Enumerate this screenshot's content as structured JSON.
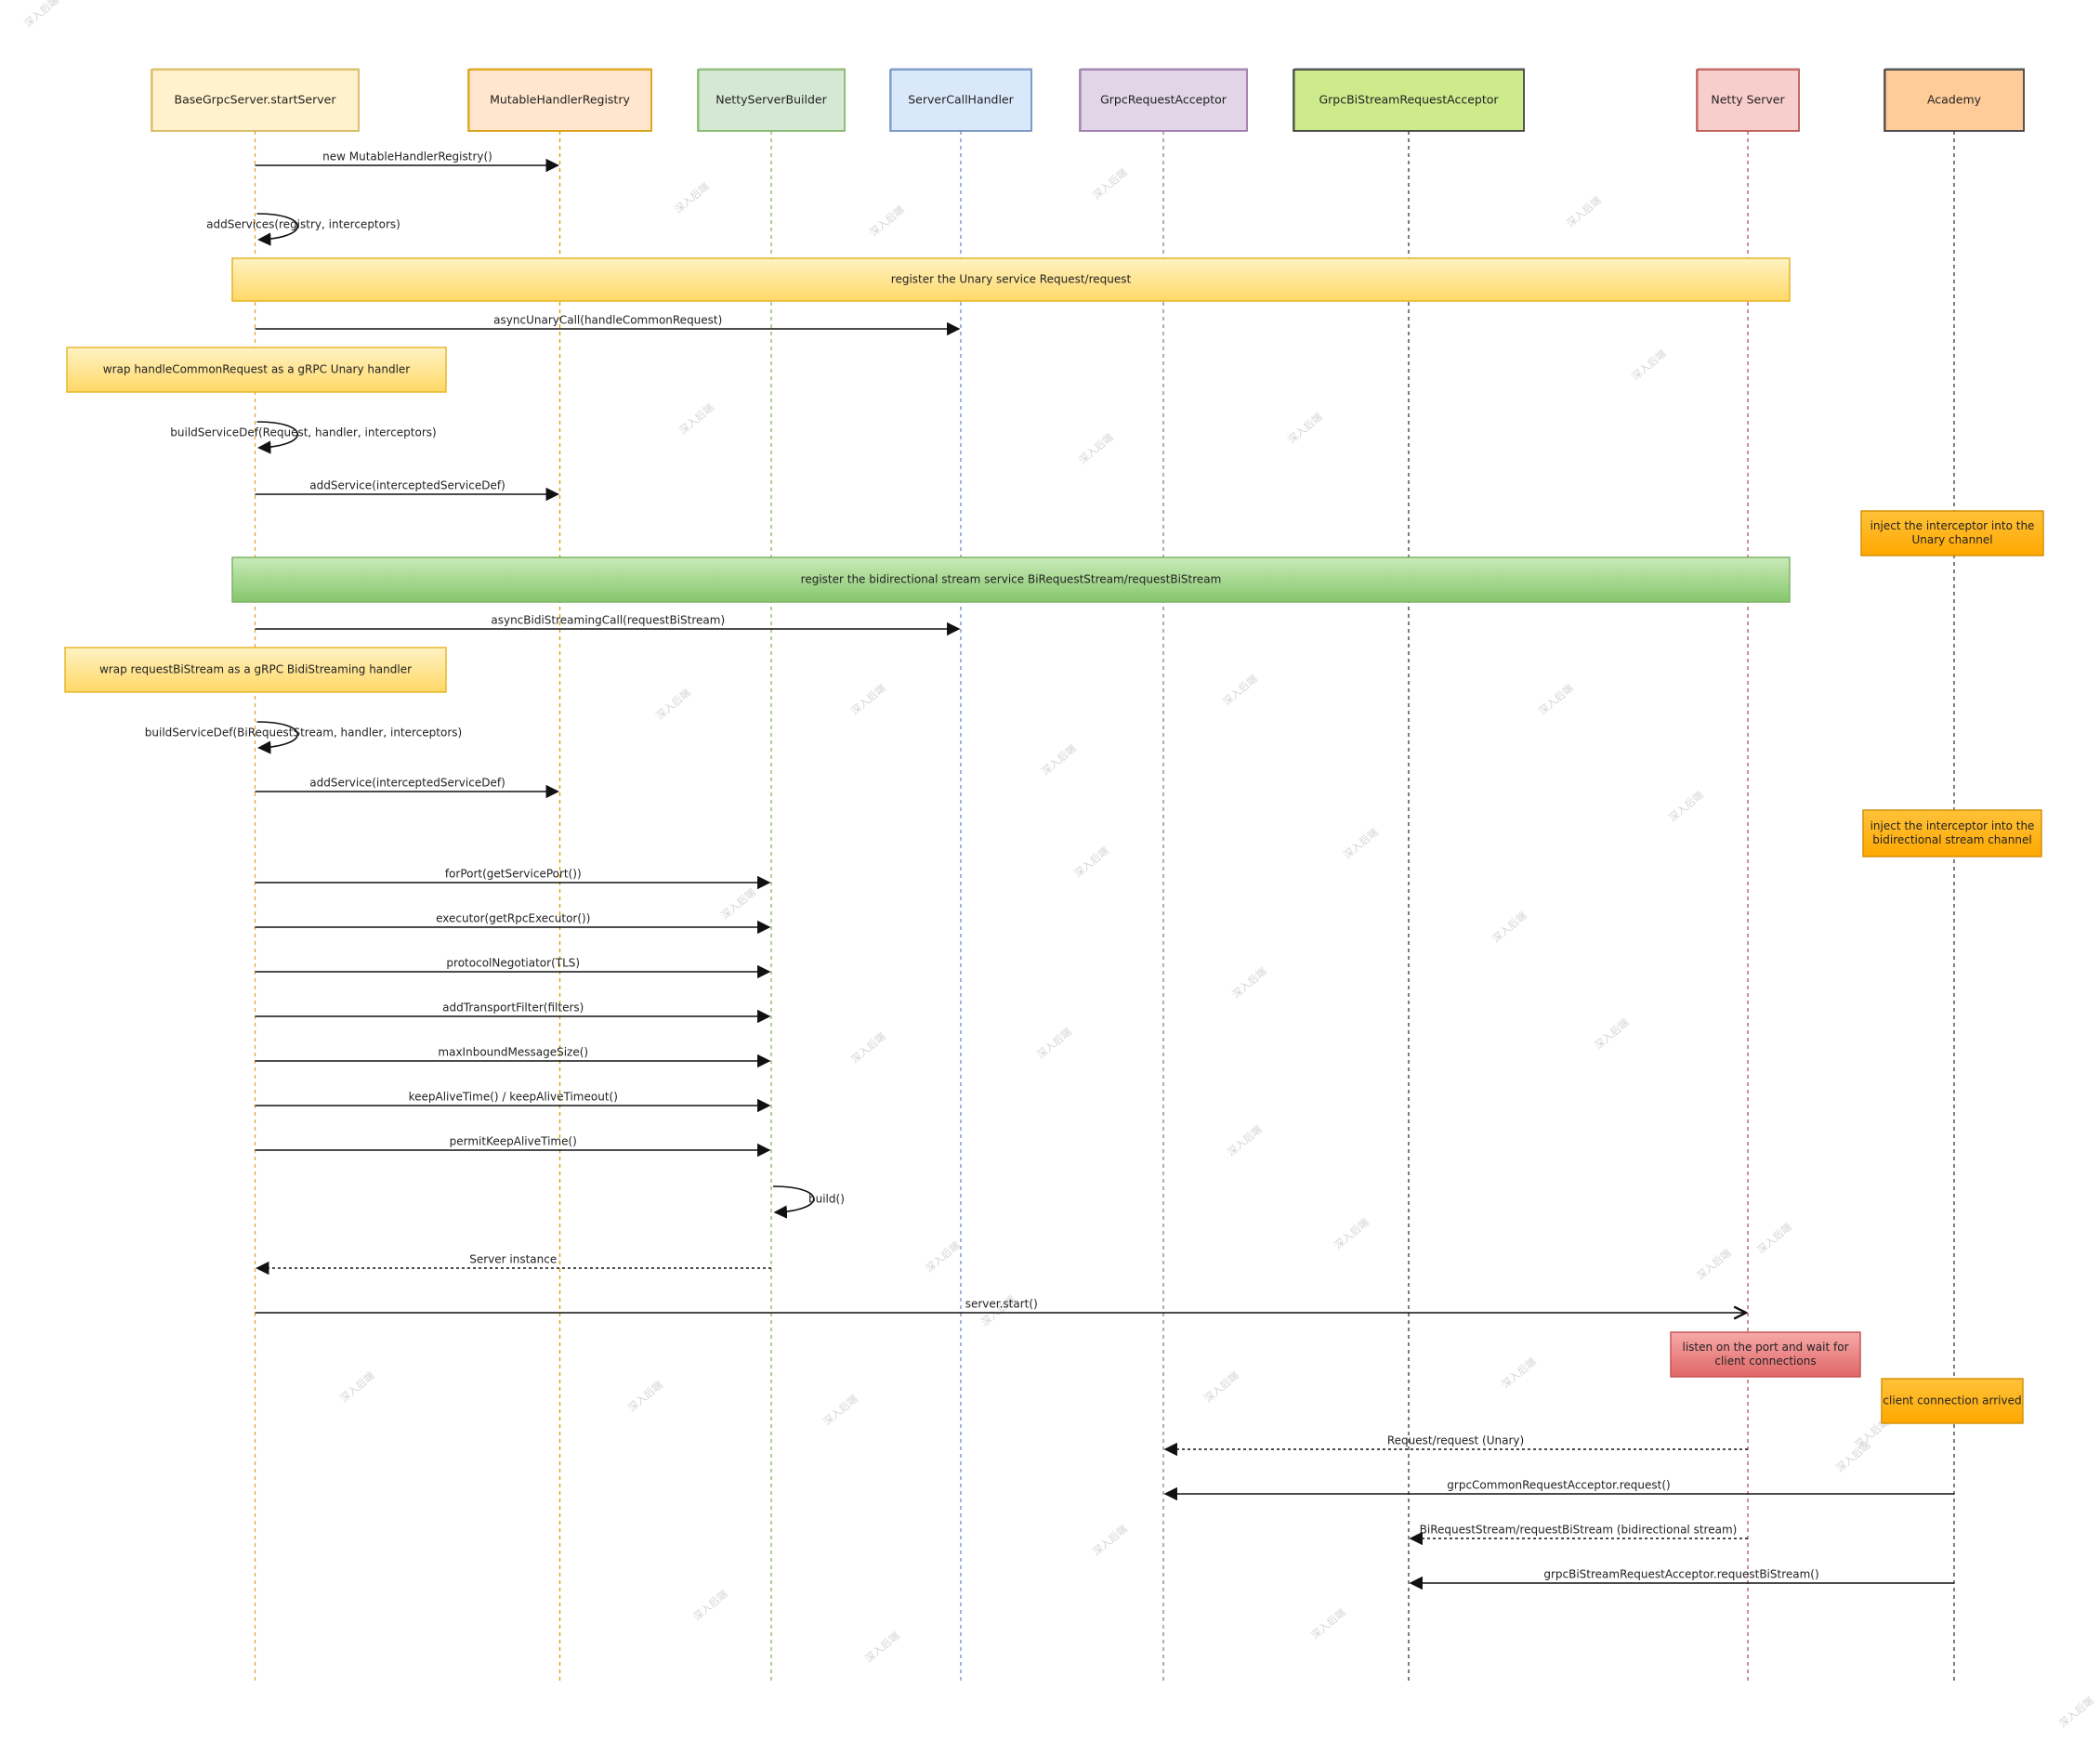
{
  "participants": [
    {
      "id": "base",
      "label": "BaseGrpcServer.startServer",
      "fill": "#fff2cc",
      "stroke": "#d6b656",
      "line": "#e6a23c"
    },
    {
      "id": "registry",
      "label": "MutableHandlerRegistry",
      "fill": "#ffe6cc",
      "stroke": "#d79b00",
      "line": "#d79b00"
    },
    {
      "id": "builder",
      "label": "NettyServerBuilder",
      "fill": "#d5e8d4",
      "stroke": "#82b366",
      "line": "#82b366"
    },
    {
      "id": "handler",
      "label": "ServerCallHandler",
      "fill": "#dae8fc",
      "stroke": "#6c8ebf",
      "line": "#6c8ebf"
    },
    {
      "id": "acceptor",
      "label": "GrpcRequestAcceptor",
      "fill": "#e1d5e7",
      "stroke": "#9673a6",
      "line": "#9673a6"
    },
    {
      "id": "biacc",
      "label": "GrpcBiStreamRequestAcceptor",
      "fill": "#cdeb8b",
      "stroke": "#36393d",
      "line": "#36393d"
    },
    {
      "id": "netty",
      "label": "Netty Server",
      "fill": "#f8cecc",
      "stroke": "#b85450",
      "line": "#b85450"
    },
    {
      "id": "academy",
      "label": "Academy",
      "fill": "#ffcc99",
      "stroke": "#36393d",
      "line": "#36393d"
    }
  ],
  "messages": [
    {
      "from": "base",
      "to": "registry",
      "label": "new MutableHandlerRegistry()",
      "style": "solid"
    },
    {
      "from": "base",
      "to": "base",
      "label": "addServices(registry, interceptors)",
      "style": "self"
    },
    {
      "from": "base",
      "to": "handler",
      "label": "asyncUnaryCall(handleCommonRequest)",
      "style": "solid"
    },
    {
      "from": "base",
      "to": "base",
      "label": "buildServiceDef(Request, handler, interceptors)",
      "style": "self"
    },
    {
      "from": "base",
      "to": "registry",
      "label": "addService(interceptedServiceDef)",
      "style": "solid"
    },
    {
      "from": "base",
      "to": "handler",
      "label": "asyncBidiStreamingCall(requestBiStream)",
      "style": "solid"
    },
    {
      "from": "base",
      "to": "base",
      "label": "buildServiceDef(BiRequestStream, handler, interceptors)",
      "style": "self"
    },
    {
      "from": "base",
      "to": "registry",
      "label": "addService(interceptedServiceDef)",
      "style": "solid"
    },
    {
      "from": "base",
      "to": "builder",
      "label": "forPort(getServicePort())",
      "style": "solid"
    },
    {
      "from": "base",
      "to": "builder",
      "label": "executor(getRpcExecutor())",
      "style": "solid"
    },
    {
      "from": "base",
      "to": "builder",
      "label": "protocolNegotiator(TLS)",
      "style": "solid"
    },
    {
      "from": "base",
      "to": "builder",
      "label": "addTransportFilter(filters)",
      "style": "solid"
    },
    {
      "from": "base",
      "to": "builder",
      "label": "maxInboundMessageSize()",
      "style": "solid"
    },
    {
      "from": "base",
      "to": "builder",
      "label": "keepAliveTime() / keepAliveTimeout()",
      "style": "solid"
    },
    {
      "from": "base",
      "to": "builder",
      "label": "permitKeepAliveTime()",
      "style": "solid"
    },
    {
      "from": "builder",
      "to": "builder",
      "label": "build()",
      "style": "self"
    },
    {
      "from": "builder",
      "to": "base",
      "label": "Server instance",
      "style": "dashed"
    },
    {
      "from": "base",
      "to": "netty",
      "label": "server.start()",
      "style": "open"
    },
    {
      "from": "netty",
      "to": "acceptor",
      "label": "Request/request (Unary)",
      "style": "dashed"
    },
    {
      "from": "academy",
      "to": "acceptor",
      "label": "grpcCommonRequestAcceptor.request()",
      "style": "solid"
    },
    {
      "from": "netty",
      "to": "biacc",
      "label": "BiRequestStream/requestBiStream (bidirectional stream)",
      "style": "dashed"
    },
    {
      "from": "academy",
      "to": "biacc",
      "label": "grpcBiStreamRequestAcceptor.requestBiStream()",
      "style": "solid"
    }
  ],
  "banners": [
    {
      "label": "register the Unary service Request/request",
      "fill": "#ffe8a3",
      "stroke": "#e6b422"
    },
    {
      "label": "register the bidirectional stream service BiRequestStream/requestBiStream",
      "fill": "#a6d68f",
      "stroke": "#7fb36a"
    }
  ],
  "notes": [
    {
      "id": "unary-wrap",
      "lines": [
        "wrap handleCommonRequest as a gRPC Unary handler"
      ],
      "fill": "#ffe08a",
      "stroke": "#e6b422"
    },
    {
      "id": "bidi-wrap",
      "lines": [
        "wrap requestBiStream as a gRPC BidiStreaming handler"
      ],
      "fill": "#ffe08a",
      "stroke": "#e6b422"
    },
    {
      "id": "unary-inject",
      "lines": [
        "inject the interceptor into the",
        "Unary channel"
      ],
      "fill": "#ffb31a",
      "stroke": "#d48c00"
    },
    {
      "id": "bidi-inject",
      "lines": [
        "inject the interceptor into the",
        "bidirectional stream channel"
      ],
      "fill": "#ffb31a",
      "stroke": "#d48c00"
    },
    {
      "id": "listen",
      "lines": [
        "listen on the port and wait for",
        "client connections"
      ],
      "fill": "#f08080",
      "stroke": "#c05050"
    },
    {
      "id": "client-arrived",
      "lines": [
        "client connection arrived"
      ],
      "fill": "#ffb31a",
      "stroke": "#d48c00"
    }
  ],
  "watermark": "深入后端"
}
